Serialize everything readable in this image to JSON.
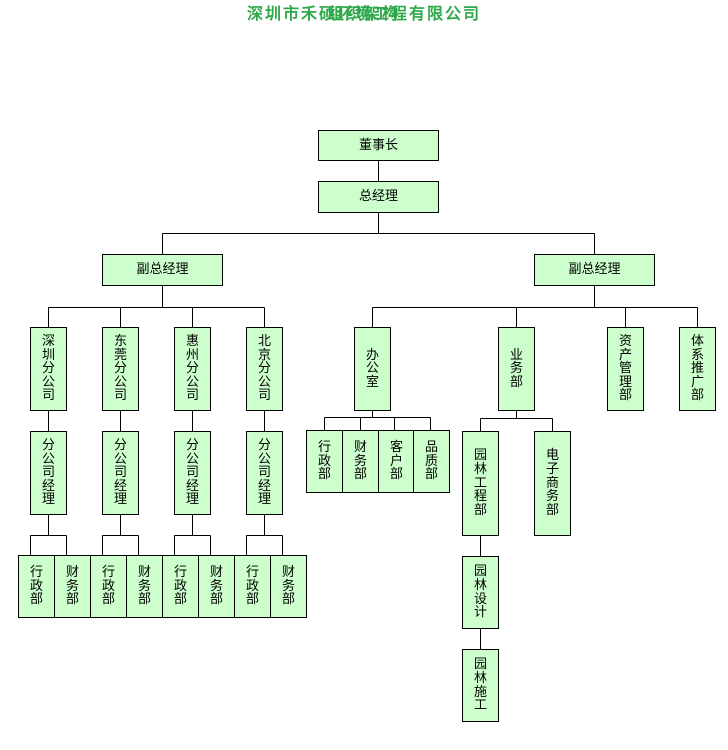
{
  "title": {
    "company": "深圳市禾硕环境工程有限公司",
    "subtitle": "组织架构"
  },
  "chairman": "董事长",
  "general_manager": "总经理",
  "deputy_left": "副总经理",
  "deputy_right": "副总经理",
  "branches": [
    {
      "name": "深圳分公司",
      "manager": "分公司经理",
      "depts": [
        "行政部",
        "财务部"
      ]
    },
    {
      "name": "东莞分公司",
      "manager": "分公司经理",
      "depts": [
        "行政部",
        "财务部"
      ]
    },
    {
      "name": "惠州分公司",
      "manager": "分公司经理",
      "depts": [
        "行政部",
        "财务部"
      ]
    },
    {
      "name": "北京分公司",
      "manager": "分公司经理",
      "depts": [
        "行政部",
        "财务部"
      ]
    }
  ],
  "office": {
    "name": "办公室",
    "depts": [
      "行政部",
      "财务部",
      "客户部",
      "品质部"
    ]
  },
  "business": {
    "name": "业务部",
    "garden_engineering": "园林工程部",
    "garden_design": "园林设计",
    "garden_construction": "园林施工",
    "ecommerce": "电子商务部"
  },
  "asset_management": "资产管理部",
  "system_promotion": "体系推广部"
}
